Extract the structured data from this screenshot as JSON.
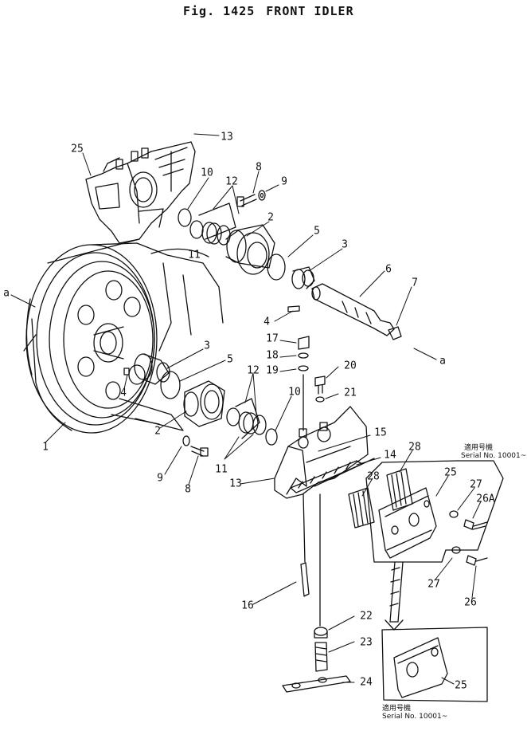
{
  "title": {
    "fig": "Fig. 1425",
    "name": "FRONT IDLER"
  },
  "view_marker": "a",
  "callouts": {
    "c1": "1",
    "c2a": "2",
    "c2b": "2",
    "c3a": "3",
    "c3b": "3",
    "c4a": "4",
    "c4b": "4",
    "c5a": "5",
    "c5b": "5",
    "c6": "6",
    "c7": "7",
    "c8a": "8",
    "c8b": "8",
    "c9a": "9",
    "c9b": "9",
    "c10a": "10",
    "c10b": "10",
    "c11a": "11",
    "c11b": "11",
    "c12a": "12",
    "c12b": "12",
    "c13a": "13",
    "c13b": "13",
    "c14": "14",
    "c15": "15",
    "c16": "16",
    "c17": "17",
    "c18": "18",
    "c19": "19",
    "c20": "20",
    "c21": "21",
    "c22": "22",
    "c23": "23",
    "c24": "24",
    "c25a": "25",
    "c25b": "25",
    "c25c": "25",
    "c26": "26",
    "c26a": "26A",
    "c27a": "27",
    "c27b": "27",
    "c28a": "28",
    "c28b": "28"
  },
  "serial_notes": {
    "top": {
      "line1": "適用号機",
      "line2": "Serial No. 10001~"
    },
    "bottom": {
      "line1": "適用号機",
      "line2": "Serial No. 10001~"
    }
  }
}
